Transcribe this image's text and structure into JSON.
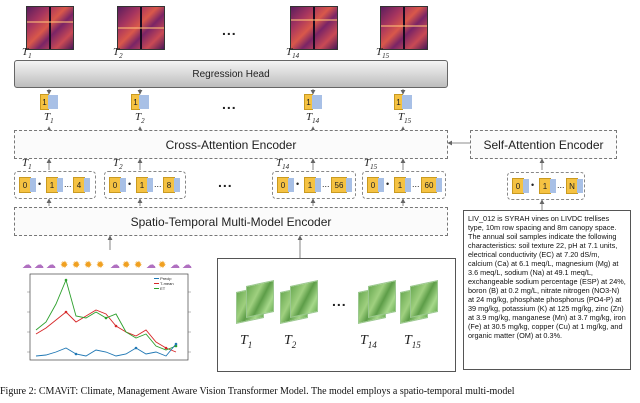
{
  "top_frames": [
    {
      "label": "T",
      "sub": "1"
    },
    {
      "label": "T",
      "sub": "2"
    },
    {
      "label": "T",
      "sub": "14"
    },
    {
      "label": "T",
      "sub": "15"
    }
  ],
  "ellipsis": "...",
  "regression_head": "Regression Head",
  "output_tokens": [
    {
      "value": "1",
      "label": "T",
      "sub": "1"
    },
    {
      "value": "1",
      "label": "T",
      "sub": "2"
    },
    {
      "value": "1",
      "label": "T",
      "sub": "14"
    },
    {
      "value": "1",
      "label": "T",
      "sub": "15"
    }
  ],
  "cross_attention": "Cross-Attention Encoder",
  "self_attention": "Self-Attention Encoder",
  "sequences": [
    {
      "label": "T",
      "sub": "1",
      "first": "0",
      "mid": "1",
      "dots": "...",
      "last": "4"
    },
    {
      "label": "T",
      "sub": "2",
      "first": "0",
      "mid": "1",
      "dots": "...",
      "last": "8"
    },
    {
      "label": "T",
      "sub": "14",
      "first": "0",
      "mid": "1",
      "dots": "...",
      "last": "56"
    },
    {
      "label": "T",
      "sub": "15",
      "first": "0",
      "mid": "1",
      "dots": "...",
      "last": "60"
    }
  ],
  "self_seq": {
    "first": "0",
    "mid": "1",
    "dots": "...",
    "last": "N"
  },
  "spatio_encoder": "Spatio-Temporal Multi-Model Encoder",
  "weather_chart": {
    "legend": [
      "Precip",
      "T-mean",
      "ET"
    ],
    "colors": {
      "precip": "#1f77b4",
      "tmean": "#d62728",
      "et": "#2ca02c"
    }
  },
  "bottom_frames": [
    {
      "label": "T",
      "sub": "1"
    },
    {
      "label": "T",
      "sub": "2"
    },
    {
      "label": "T",
      "sub": "14"
    },
    {
      "label": "T",
      "sub": "15"
    }
  ],
  "description": "LIV_012 is SYRAH vines on LIVDC trellises type, 10m row spacing and 8m canopy space. The annual soil samples indicate the following characteristics: soil texture 22, pH at 7.1 units, electrical conductivity (EC) at 7.20 dS/m, calcium (Ca) at 6.1 meq/L, magnesium (Mg) at 3.6 meq/L, sodium (Na) at 49.1 meq/L, exchangeable sodium percentage (ESP) at 24%, boron (B) at 0.2 mg/L, nitrate nitrogen (NO3-N) at 24 mg/kg, phosphate phosphorus (PO4-P) at 39 mg/kg, potassium (K) at 125 mg/kg, zinc (Zn) at 3.9 mg/kg, manganese (Mn) at 3.7 mg/kg, iron (Fe) at 30.5 mg/kg, copper (Cu) at 1 mg/kg, and organic matter (OM) at 0.3%.",
  "caption": "Figure 2: CMAViT: Climate, Management Aware Vision Transformer Model. The model employs a spatio-temporal multi-model"
}
